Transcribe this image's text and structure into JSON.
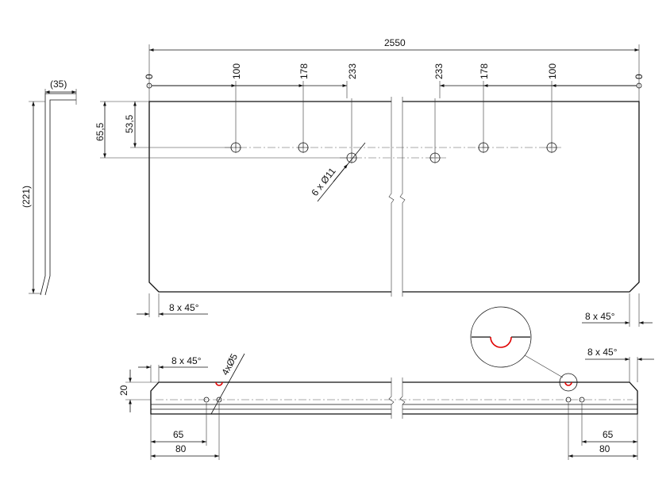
{
  "drawing": {
    "side_view": {
      "width_label": "(35)",
      "height_label": "(221)"
    },
    "top_view": {
      "overall_length": "2550",
      "left_datum": "0",
      "right_datum": "0",
      "left_positions": [
        "100",
        "178",
        "233"
      ],
      "right_positions": [
        "233",
        "178",
        "100"
      ],
      "vertical_dims": [
        "65,5",
        "53,5"
      ],
      "hole_callout": "6 x Ø11",
      "chamfer_left": "8 x 45°",
      "chamfer_right": "8 x 45°"
    },
    "bottom_view": {
      "chamfer_left": "8 x 45°",
      "chamfer_right": "8 x 45°",
      "hole_callout": "4xØ5",
      "height_dim": "20",
      "left_dims": [
        "65",
        "80"
      ],
      "right_dims": [
        "65",
        "80"
      ]
    },
    "colors": {
      "line": "#111111",
      "highlight": "#e00000"
    }
  }
}
